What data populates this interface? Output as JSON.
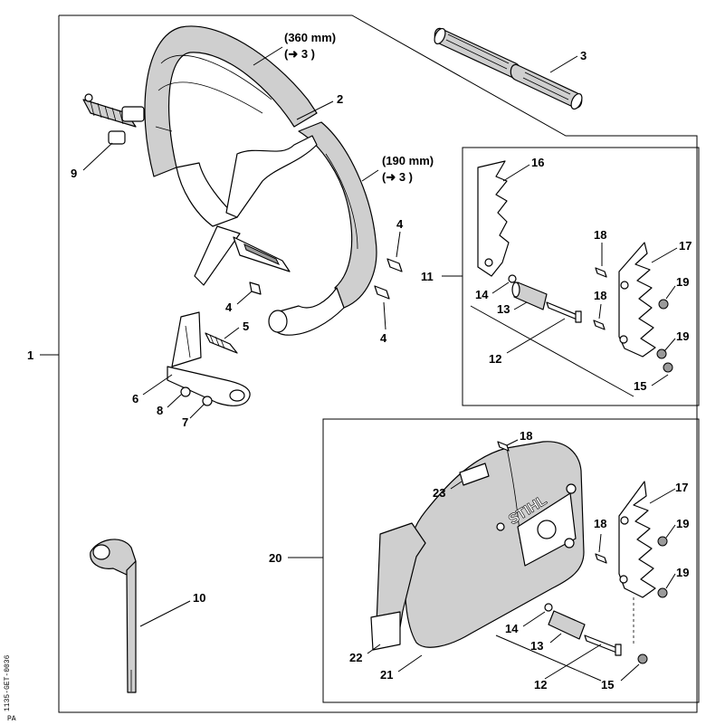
{
  "callouts": {
    "c1": "1",
    "c2": "2",
    "c3a": "3",
    "c4a": "4",
    "c4b": "4",
    "c4c": "4",
    "c5": "5",
    "c6": "6",
    "c7": "7",
    "c8": "8",
    "c9": "9",
    "c10": "10",
    "c11": "11",
    "c12a": "12",
    "c12b": "12",
    "c13a": "13",
    "c13b": "13",
    "c14a": "14",
    "c14b": "14",
    "c15a": "15",
    "c15b": "15",
    "c16": "16",
    "c17a": "17",
    "c17b": "17",
    "c18a": "18",
    "c18b": "18",
    "c18c": "18",
    "c18d": "18",
    "c19a": "19",
    "c19b": "19",
    "c19c": "19",
    "c19d": "19",
    "c20": "20",
    "c21": "21",
    "c22": "22",
    "c23": "23"
  },
  "annotations": {
    "length_top": "(360 mm)",
    "ref_top": "(➜ 3 )",
    "length_side": "(190 mm)",
    "ref_side": "(➜ 3 )"
  },
  "brand_text": "STIHL",
  "drawing_id": "1135-GET-0036",
  "drawing_tag": "PA"
}
